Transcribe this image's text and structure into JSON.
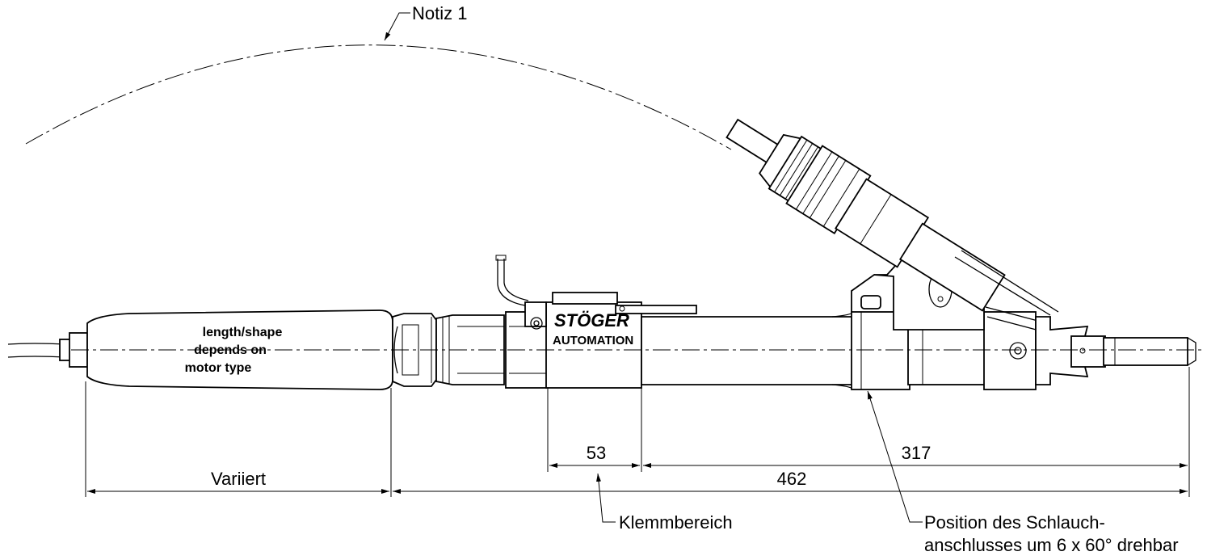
{
  "notes": {
    "note_1": "Notiz 1",
    "clamping_area": "Klemmbereich",
    "hose_position_line1": "Position des Schlauch-",
    "hose_position_line2": "anschlusses um 6 x 60° drehbar"
  },
  "motor_label": {
    "line1": "length/shape",
    "line2": "depends on",
    "line3": "motor type"
  },
  "brand": {
    "logo": "STÖGER",
    "subtitle": "AUTOMATION"
  },
  "dimensions": {
    "varies": "Variiert",
    "clamp_width": "53",
    "overall": "462",
    "front_section": "317"
  }
}
